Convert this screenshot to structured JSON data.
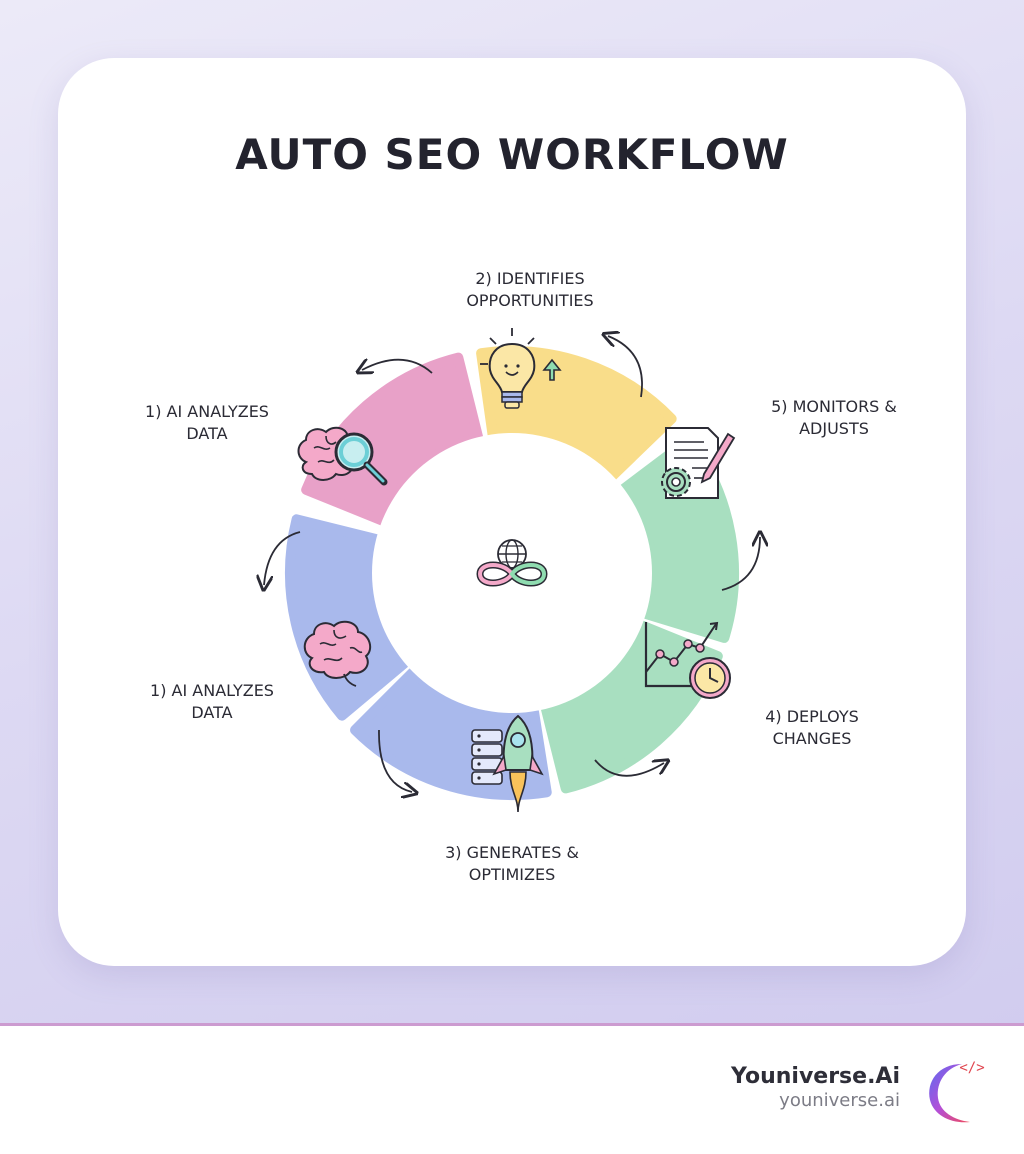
{
  "title": "AUTO SEO WORKFLOW",
  "steps": [
    {
      "line1": "1) AI ANALYZES",
      "line2": "DATA",
      "color": "#e8a1c8"
    },
    {
      "line1": "2) IDENTIFIES",
      "line2": "OPPORTUNITIES",
      "color": "#f9dd8a"
    },
    {
      "line1": "5) MONITORS &",
      "line2": "ADJUSTS",
      "color": "#a8dfc0"
    },
    {
      "line1": "4) DEPLOYS",
      "line2": "CHANGES",
      "color": "#a8dfc0"
    },
    {
      "line1": "3) GENERATES &",
      "line2": "OPTIMIZES",
      "color": "#a9b9ec"
    },
    {
      "line1": "1) AI ANALYZES",
      "line2": "DATA",
      "color": "#a9b9ec"
    }
  ],
  "icons": {
    "brain_search": "brain-magnifier-icon",
    "lightbulb": "lightbulb-icon",
    "document_gear": "document-gear-icon",
    "chart_clock": "chart-clock-icon",
    "rocket_server": "rocket-server-icon",
    "brain": "brain-icon",
    "center": "globe-infinity-icon"
  },
  "brand": {
    "name": "Youniverse.Ai",
    "url": "youniverse.ai",
    "logo_glyph": "</>"
  }
}
